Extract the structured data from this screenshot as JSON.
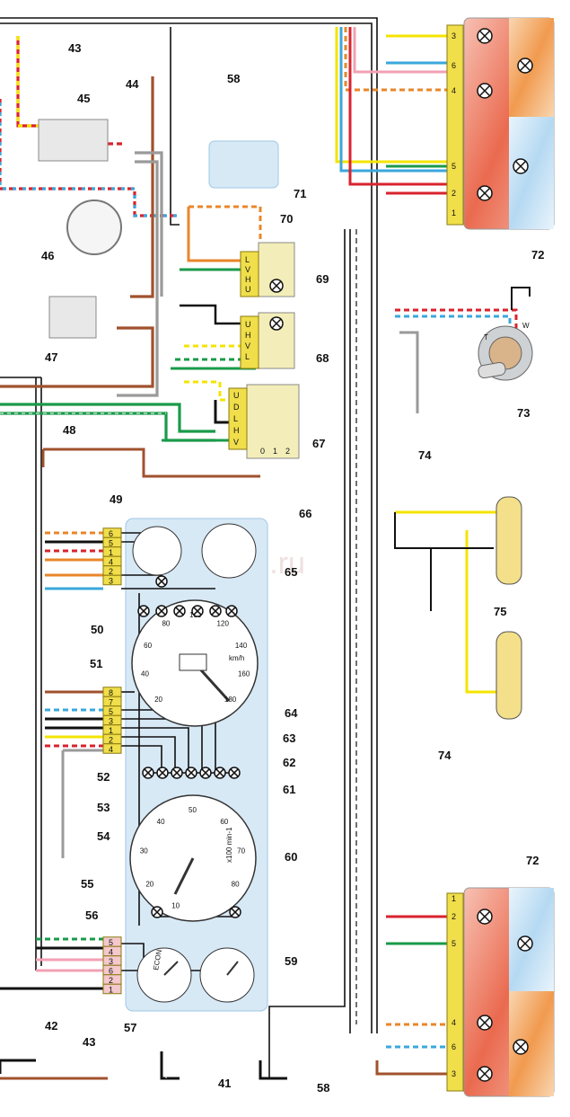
{
  "watermark": "2Shemi.ru",
  "colors": {
    "red": "#d9232e",
    "blue": "#3ba7dc",
    "yellow": "#f4e400",
    "green": "#1a9a4a",
    "orange": "#e9862a",
    "brown": "#a0522d",
    "gray": "#9a9a9a",
    "black": "#111111",
    "pink": "#f2a0b4",
    "panel": "#d8e9f6"
  },
  "components": {
    "c41": "41",
    "c42": "42",
    "c43a": "43",
    "c43b": "43",
    "c44": "44",
    "c45": "45",
    "c46": "46",
    "c47": "47",
    "c48": "48",
    "c49": "49",
    "c50": "50",
    "c51": "51",
    "c52": "52",
    "c53": "53",
    "c54": "54",
    "c55": "55",
    "c56": "56",
    "c57": "57",
    "c58a": "58",
    "c58b": "58",
    "c59": "59",
    "c60": "60",
    "c61": "61",
    "c62": "62",
    "c63": "63",
    "c64": "64",
    "c65": "65",
    "c66": "66",
    "c67": "67",
    "c68": "68",
    "c69": "69",
    "c70": "70",
    "c71": "71",
    "c72a": "72",
    "c72b": "72",
    "c73": "73",
    "c74a": "74",
    "c74b": "74",
    "c75": "75"
  },
  "gauges": {
    "speed_ticks": [
      "20",
      "40",
      "60",
      "80",
      "100",
      "120",
      "140",
      "160",
      "180"
    ],
    "speed_unit": "km/h",
    "tacho_ticks": [
      "10",
      "20",
      "30",
      "40",
      "50",
      "60",
      "70",
      "80"
    ],
    "tacho_unit": "x100 min-1",
    "econ": "ECON"
  },
  "switches": {
    "s69_pins": [
      "L",
      "V",
      "H",
      "U"
    ],
    "s68_pins": [
      "U",
      "H",
      "V",
      "L"
    ],
    "s67_pins": [
      "U",
      "D",
      "L",
      "H",
      "V"
    ],
    "s67_positions": [
      "0",
      "1",
      "2"
    ]
  },
  "connectors": {
    "top": [
      "6",
      "5",
      "1",
      "4",
      "2",
      "3"
    ],
    "mid": [
      "8",
      "7",
      "5",
      "3",
      "1",
      "2",
      "4"
    ],
    "bot": [
      "5",
      "4",
      "3",
      "6",
      "2",
      "1"
    ]
  },
  "lamp_blocks": {
    "upper_pins": [
      "3",
      "6",
      "4",
      "5",
      "2",
      "1"
    ],
    "lower_pins": [
      "1",
      "2",
      "5",
      "4",
      "6",
      "3"
    ]
  },
  "fuel_sender": {
    "t_label": "T",
    "w_label": "W"
  }
}
